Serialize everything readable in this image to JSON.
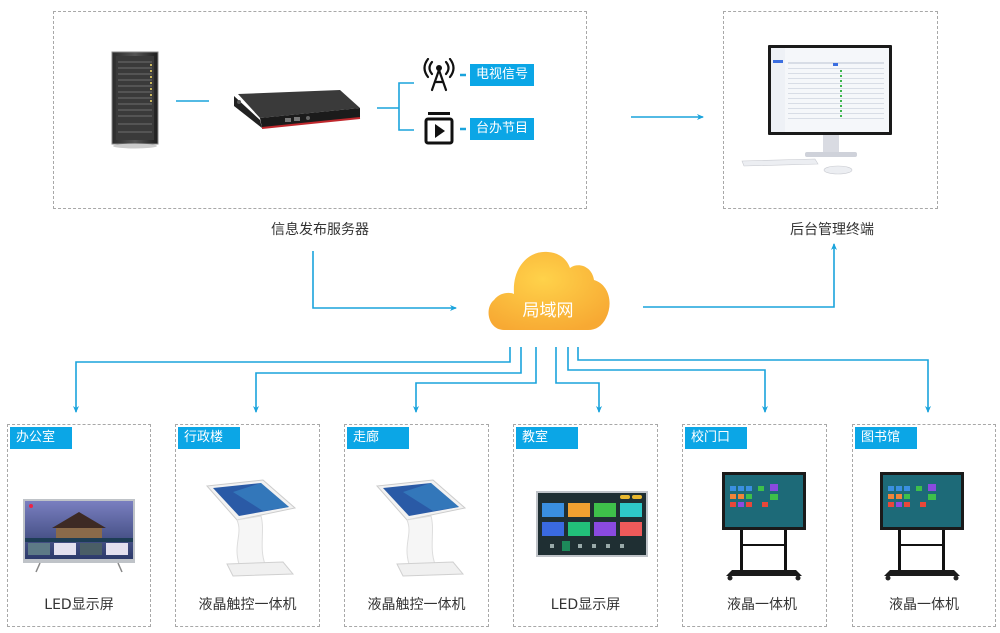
{
  "server_group": {
    "caption": "信息发布服务器",
    "icons": [
      "server-rack-icon",
      "mini-pc-icon",
      "antenna-icon",
      "play-media-icon"
    ],
    "sources": [
      {
        "label": "电视信号",
        "icon": "antenna-icon"
      },
      {
        "label": "台办节目",
        "icon": "play-media-icon"
      }
    ]
  },
  "admin_terminal": {
    "caption": "后台管理终端",
    "icon": "desktop-monitor-icon"
  },
  "network": {
    "label": "局域网",
    "icon": "cloud-icon"
  },
  "colors": {
    "line": "#1aa3dc",
    "tag_bg": "#0ba6e6",
    "cloud_light": "#ffd24a",
    "cloud_dark": "#f7a933",
    "border": "#a8a8a8"
  },
  "endpoints": [
    {
      "location": "办公室",
      "device": "LED显示屏",
      "icon": "led-tv-icon"
    },
    {
      "location": "行政楼",
      "device": "液晶触控一体机",
      "icon": "touch-kiosk-icon"
    },
    {
      "location": "走廊",
      "device": "液晶触控一体机",
      "icon": "touch-kiosk-icon"
    },
    {
      "location": "教室",
      "device": "LED显示屏",
      "icon": "led-dashboard-icon"
    },
    {
      "location": "校门口",
      "device": "液晶一体机",
      "icon": "interactive-display-cart-icon"
    },
    {
      "location": "图书馆",
      "device": "液晶一体机",
      "icon": "interactive-display-cart-icon"
    }
  ]
}
